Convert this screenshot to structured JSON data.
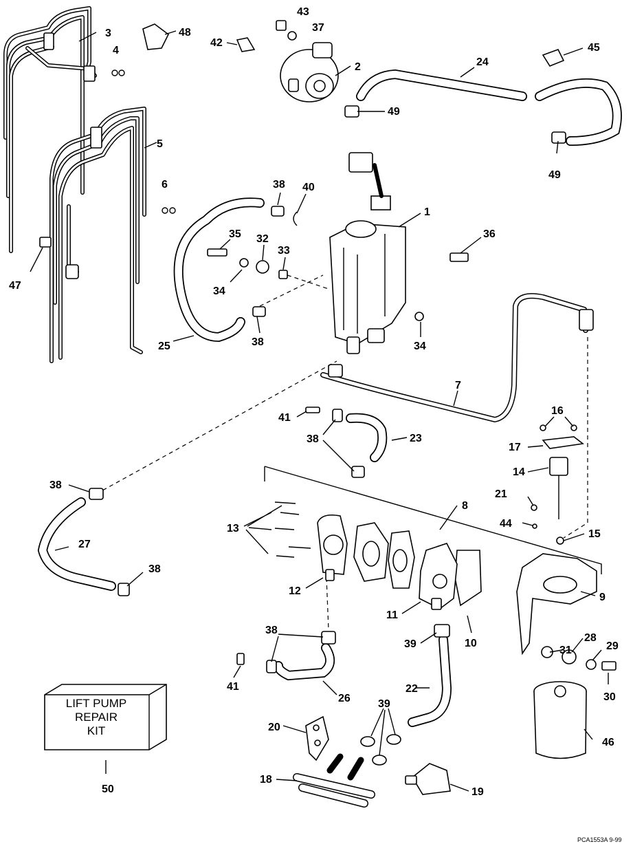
{
  "callouts": {
    "c1": "1",
    "c2": "2",
    "c3": "3",
    "c4": "4",
    "c5": "5",
    "c6": "6",
    "c7": "7",
    "c8": "8",
    "c9": "9",
    "c10": "10",
    "c11": "11",
    "c12": "12",
    "c13": "13",
    "c14": "14",
    "c15": "15",
    "c16": "16",
    "c17": "17",
    "c18": "18",
    "c19": "19",
    "c20": "20",
    "c21": "21",
    "c22": "22",
    "c23": "23",
    "c24": "24",
    "c25": "25",
    "c26": "26",
    "c27": "27",
    "c28": "28",
    "c29": "29",
    "c30": "30",
    "c31": "31",
    "c32": "32",
    "c33": "33",
    "c34a": "34",
    "c34b": "34",
    "c35": "35",
    "c36": "36",
    "c37": "37",
    "c38a": "38",
    "c38b": "38",
    "c38c": "38",
    "c38d": "38",
    "c38e": "38",
    "c38f": "38",
    "c39a": "39",
    "c39b": "39",
    "c40": "40",
    "c41a": "41",
    "c41b": "41",
    "c42": "42",
    "c43": "43",
    "c44": "44",
    "c45": "45",
    "c46": "46",
    "c47": "47",
    "c48": "48",
    "c49a": "49",
    "c49b": "49",
    "c50": "50"
  },
  "kit_box": {
    "line1": "LIFT PUMP",
    "line2": "REPAIR",
    "line3": "KIT"
  },
  "figure_code": "PCA1553A  9-99"
}
